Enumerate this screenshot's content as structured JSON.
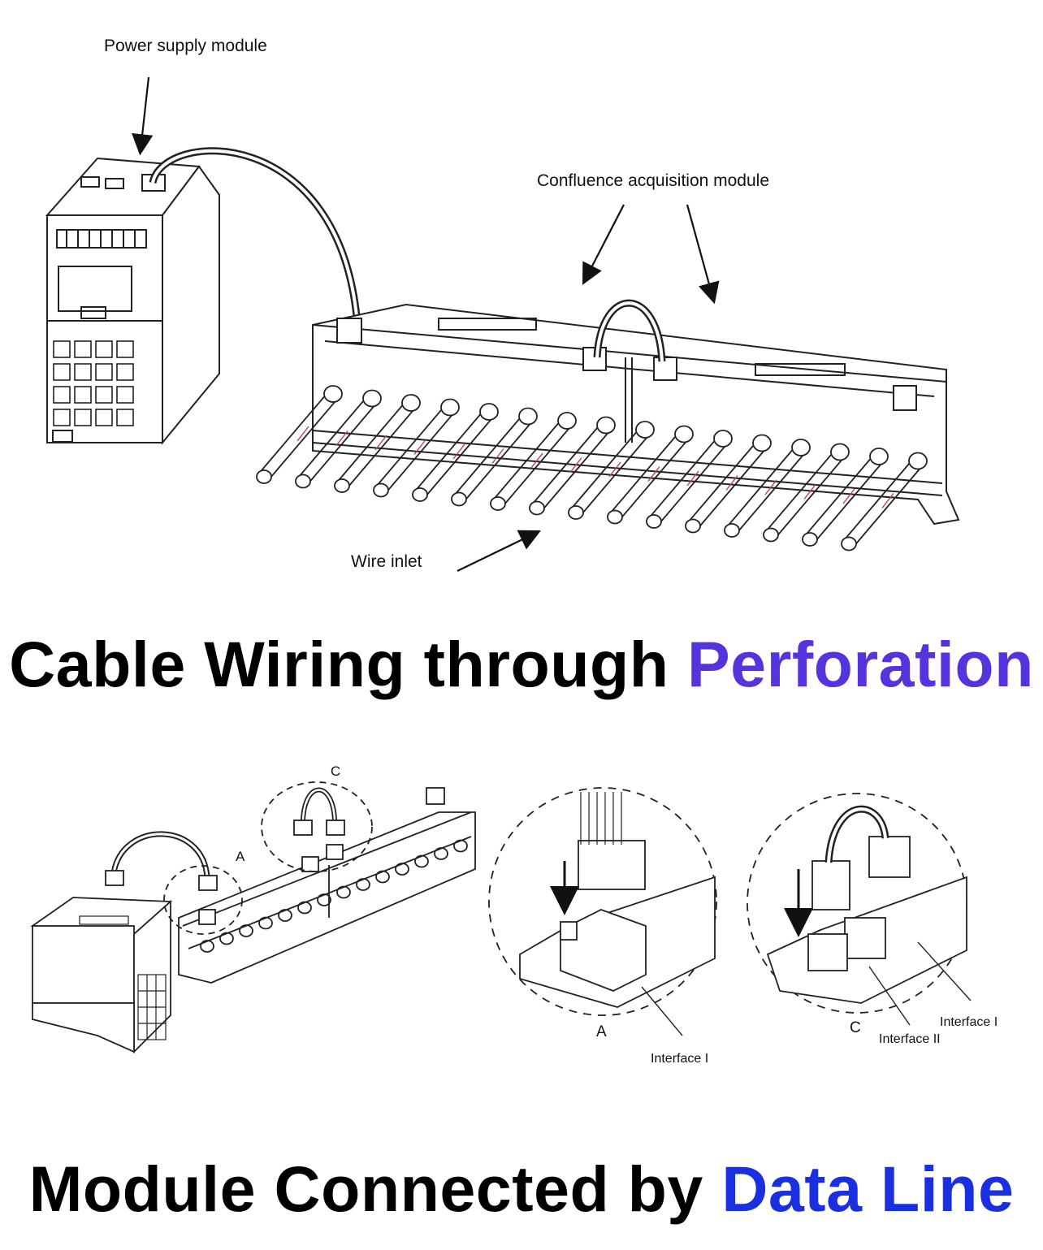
{
  "diagram_top": {
    "labels": {
      "power_supply_module": "Power supply module",
      "confluence_acquisition_module": "Confluence acquisition module",
      "wire_inlet": "Wire inlet"
    }
  },
  "headline_1": {
    "text_main": "Cable Wiring through ",
    "text_accent": "Perforation",
    "accent_color": "#5533dd"
  },
  "diagram_bottom": {
    "labels": {
      "callout_a_overview": "A",
      "callout_c_overview": "C",
      "detail_a_letter": "A",
      "detail_a_interface": "Interface I",
      "detail_c_letter": "C",
      "detail_c_interface_ii": "Interface II",
      "detail_c_interface_i": "Interface I"
    }
  },
  "headline_2": {
    "text_main": "Module Connected by ",
    "text_accent": "Data Line",
    "accent_color": "#1a2fe0"
  }
}
